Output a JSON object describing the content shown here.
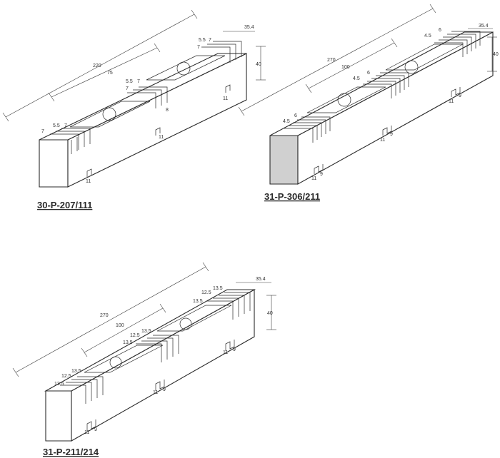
{
  "drawings": [
    {
      "part_number": "30-P-207/111",
      "dims": {
        "length": "220",
        "spacing": "75",
        "width": "35.4",
        "height": "40",
        "slot_widths": [
          "5.5",
          "7",
          "5.5",
          "7",
          "5.5",
          "7"
        ],
        "ends": [
          "7",
          "7",
          "7"
        ],
        "slot_depth": "8",
        "notches": [
          "11",
          "11",
          "11"
        ]
      }
    },
    {
      "part_number": "31-P-306/211",
      "dims": {
        "length": "270",
        "spacing": "100",
        "width": "35.4",
        "height": "40",
        "slot_widths": [
          "4.5",
          "6",
          "4.5",
          "6",
          "4.5",
          "6"
        ],
        "notches": [
          "11",
          "9",
          "11",
          "9",
          "11",
          "9"
        ]
      }
    },
    {
      "part_number": "31-P-211/214",
      "dims": {
        "length": "270",
        "spacing": "100",
        "width": "35.4",
        "height": "40",
        "slot_widths": [
          "12.5",
          "13.5",
          "12.5",
          "13.5",
          "12.5",
          "13.5"
        ],
        "notches": [
          "11",
          "9",
          "11",
          "9",
          "11",
          "9"
        ]
      }
    }
  ]
}
